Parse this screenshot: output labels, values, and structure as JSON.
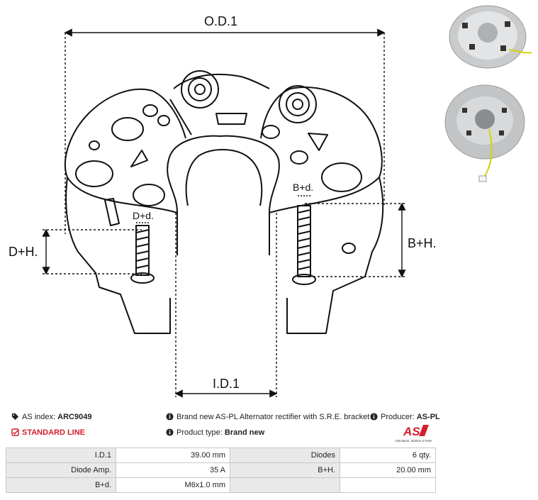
{
  "drawing": {
    "od_label": "O.D.1",
    "id_label": "I.D.1",
    "dh_label": "D+H.",
    "bh_label": "B+H.",
    "dd_label": "D+d.",
    "bd_label": "B+d."
  },
  "info": {
    "as_index_label": "AS index:",
    "as_index_value": "ARC9049",
    "standard_line": "STANDARD LINE",
    "description": "Brand new AS-PL Alternator rectifier with S.R.E. bracket",
    "producer_label": "Producer:",
    "producer_value": "AS-PL",
    "product_type_label": "Product type:",
    "product_type_value": "Brand new",
    "logo_text": "AS",
    "logo_tagline": "Alternators, Starters & Parts"
  },
  "specs": [
    {
      "label": "I.D.1",
      "value": "39.00 mm",
      "label2": "Diodes",
      "value2": "6 qty."
    },
    {
      "label": "Diode Amp.",
      "value": "35 A",
      "label2": "B+H.",
      "value2": "20.00 mm"
    },
    {
      "label": "B+d.",
      "value": "M6x1.0 mm",
      "label2": "",
      "value2": ""
    }
  ],
  "colors": {
    "accent": "#d21e2e",
    "table_label_bg": "#e9e9e9",
    "line": "#111111"
  }
}
